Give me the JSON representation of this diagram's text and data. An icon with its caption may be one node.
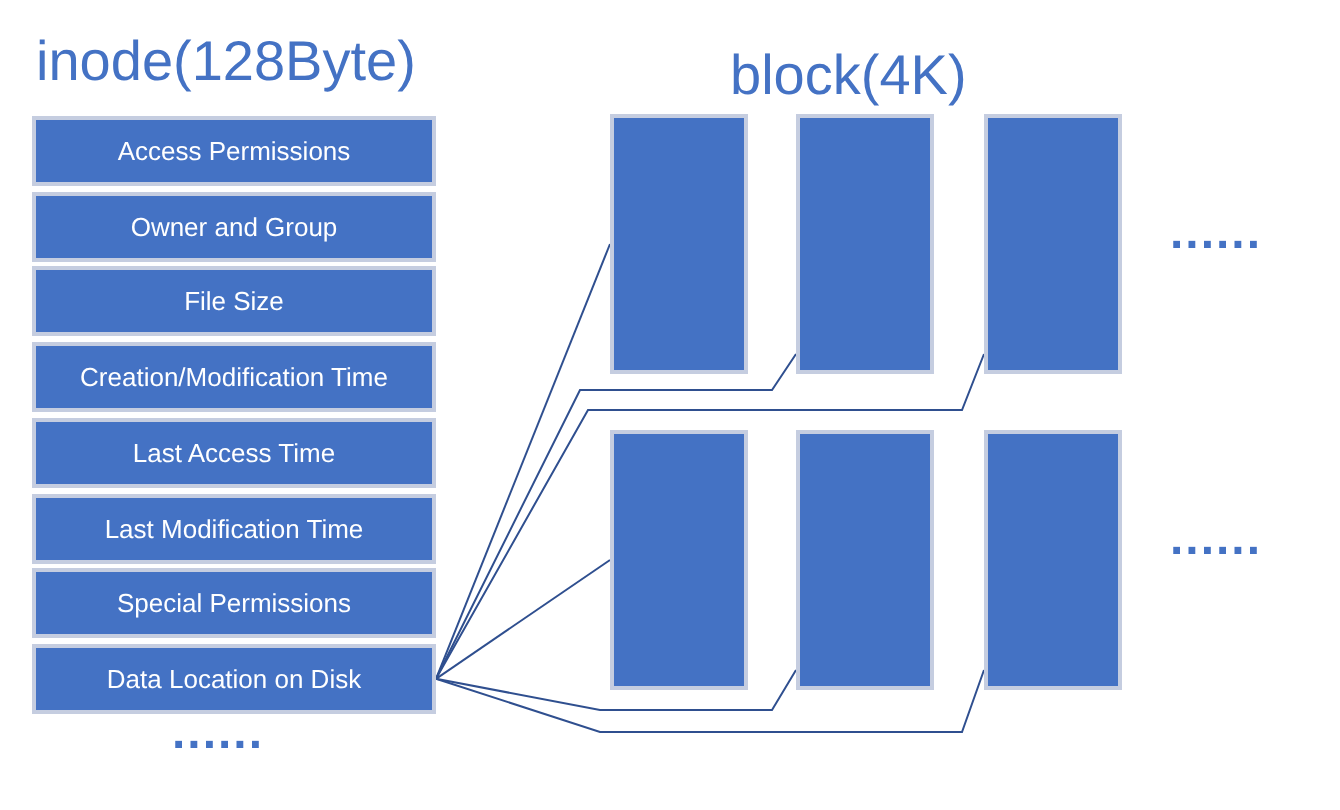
{
  "diagram": {
    "nodes": [
      {
        "text": [
          "Access Permissions"
        ]
      },
      {
        "text": [
          "Owner and Group"
        ]
      },
      {
        "text": [
          "File Size"
        ]
      },
      {
        "text": [
          "Creation/Modification Time"
        ]
      },
      {
        "text": [
          "Last Access Time"
        ]
      },
      {
        "text": [
          "Last Modification Time"
        ]
      },
      {
        "text": [
          "Special Permissions"
        ]
      },
      {
        "text": [
          "Data Location on Disk"
        ]
      },
      {
        "text": [],
        "shape": "box"
      },
      {
        "text": [],
        "shape": "box"
      },
      {
        "text": [],
        "shape": "box"
      },
      {
        "text": [],
        "shape": "box"
      },
      {
        "text": [],
        "shape": "box"
      },
      {
        "text": [],
        "shape": "box"
      }
    ],
    "edges": [
      {
        "from": 7,
        "to": 8,
        "arrow": "none"
      },
      {
        "from": 7,
        "to": 9,
        "arrow": "none"
      },
      {
        "from": 7,
        "to": 10,
        "arrow": "none"
      },
      {
        "from": 7,
        "to": 11,
        "arrow": "none"
      },
      {
        "from": 7,
        "to": 12,
        "arrow": "none"
      },
      {
        "from": 7,
        "to": 13,
        "arrow": "none"
      }
    ],
    "labels": [
      "inode(128Byte)",
      "block(4K)",
      "......",
      "......",
      "......"
    ]
  }
}
